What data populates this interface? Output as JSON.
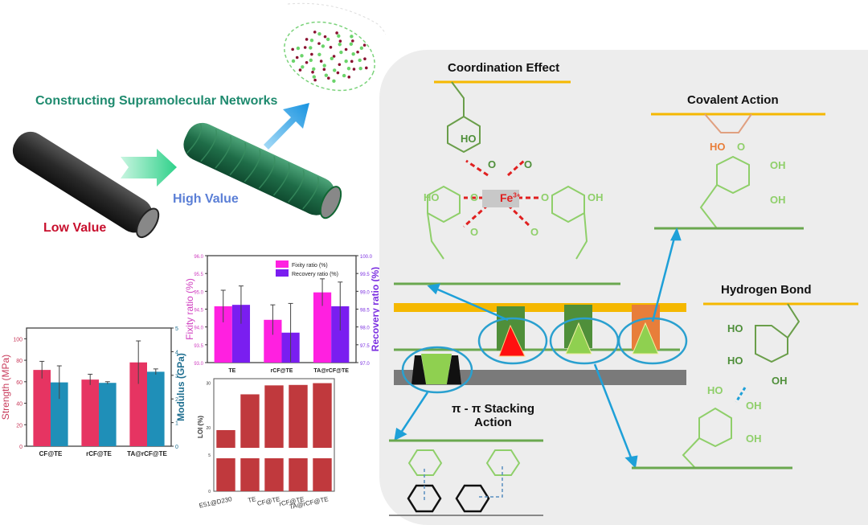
{
  "figure": {
    "headline": "Constructing Supramolecular Networks",
    "low_value_label": "Low Value",
    "high_value_label": "High Value",
    "colors": {
      "headline": "#1e8a6e",
      "low_value": "#c8102e",
      "high_value": "#5b7fd6",
      "panel_bg": "#ededed",
      "fiber_layer": "#f5b800",
      "matrix_layer": "#6aa84f",
      "substrate_layer": "#7a7a7a",
      "arrow": "#1ea0d8",
      "coordination_bond": "#e02020"
    }
  },
  "mechanisms": {
    "coordination": {
      "title": "Coordination Effect",
      "ion": "Fe",
      "ion_charge": "3+",
      "labels": [
        "HO",
        "O",
        "O",
        "HO",
        "O",
        "O",
        "O",
        "O",
        "OH"
      ]
    },
    "covalent": {
      "title": "Covalent Action",
      "labels": [
        "HO",
        "O",
        "OH",
        "OH"
      ]
    },
    "hydrogen": {
      "title": "Hydrogen Bond",
      "labels": [
        "HO",
        "HO",
        "OH",
        "HO",
        "OH",
        "OH"
      ]
    },
    "pi_stacking": {
      "title_line1": "π - π Stacking",
      "title_line2": "Action"
    }
  },
  "chart_data": [
    {
      "type": "bar",
      "title": "",
      "categories": [
        "CF@TE",
        "rCF@TE",
        "TA@rCF@TE"
      ],
      "series": [
        {
          "name": "Strength",
          "axis": "left",
          "color": "#e63462",
          "values": [
            71,
            62,
            78
          ],
          "errors": [
            8,
            5,
            20
          ]
        },
        {
          "name": "Modulus",
          "axis": "right",
          "color": "#1f8fb8",
          "values": [
            2.7,
            2.68,
            3.15
          ],
          "errors": [
            0.7,
            0.05,
            0.12
          ]
        }
      ],
      "ylabel": "Strength (MPa)",
      "ylabel_right": "Modulus (GPa)",
      "ylim": [
        0,
        110
      ],
      "ylim_right": [
        0,
        5
      ],
      "yticks": [
        "0",
        "20",
        "40",
        "60",
        "80",
        "100"
      ],
      "yticks_right": [
        "0",
        "1",
        "2",
        "3",
        "4",
        "5"
      ],
      "legend": "none",
      "grid": false
    },
    {
      "type": "bar",
      "title": "",
      "categories": [
        "TE",
        "rCF@TE",
        "TA@rCF@TE"
      ],
      "series": [
        {
          "name": "Fixity ratio (%)",
          "axis": "left",
          "color": "#ff20e0",
          "values": [
            94.58,
            94.2,
            94.97
          ],
          "errors": [
            0.45,
            0.42,
            0.38
          ]
        },
        {
          "name": "Recovery ratio (%)",
          "axis": "right",
          "color": "#7a1ef0",
          "values": [
            98.62,
            97.84,
            98.58
          ],
          "errors": [
            0.53,
            0.82,
            0.68
          ]
        }
      ],
      "ylabel": "Fixity ratio (%)",
      "ylabel_right": "Recovery ratio (%)",
      "ylim": [
        93.0,
        96.0
      ],
      "ylim_right": [
        97.0,
        100.0
      ],
      "yticks": [
        "93.0",
        "93.5",
        "94.0",
        "94.5",
        "95.0",
        "95.5",
        "96.0"
      ],
      "yticks_right": [
        "97.0",
        "97.5",
        "98.0",
        "98.5",
        "99.0",
        "99.5",
        "100.0"
      ],
      "legend": "top-right",
      "grid": false
    },
    {
      "type": "bar",
      "title": "",
      "categories": [
        "E51@D230",
        "TE",
        "CF@TE",
        "rCF@TE",
        "TA@rCF@TE"
      ],
      "series": [
        {
          "name": "LOI",
          "color": "#c0393d",
          "values": [
            19.5,
            27.5,
            29.5,
            29.6,
            30.0
          ]
        }
      ],
      "ylabel": "LOI (%)",
      "axis_break": [
        5,
        15
      ],
      "ylim": [
        0,
        31
      ],
      "yticks": [
        "0",
        "5",
        "20",
        "30"
      ],
      "legend": "none",
      "grid": false
    }
  ]
}
